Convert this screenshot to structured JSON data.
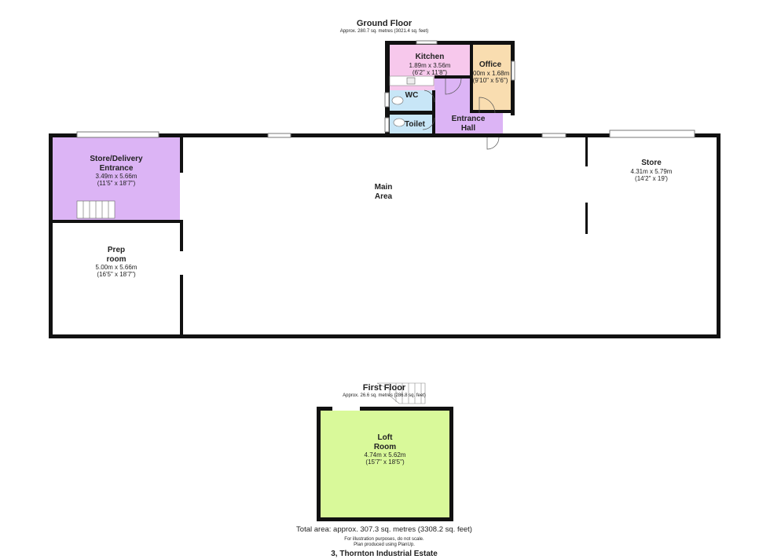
{
  "ground_floor": {
    "title": "Ground Floor",
    "area": "Approx. 280.7 sq. metres (3021.4 sq. feet)",
    "rooms": {
      "kitchen": {
        "name": "Kitchen",
        "metric": "1.89m x 3.56m",
        "imperial": "(6'2\" x 11'8\")",
        "color": "#f7c8ec"
      },
      "office": {
        "name": "Office",
        "metric": ".00m x 1.68m",
        "imperial": "(9'10\" x 5'6\")",
        "color": "#f9ddb0"
      },
      "wc": {
        "name": "WC",
        "color": "#c8e6f7"
      },
      "toilet": {
        "name": "Toilet",
        "color": "#c8e6f7"
      },
      "entrance_hall": {
        "name_line1": "Entrance",
        "name_line2": "Hall",
        "color": "#dcb4f5"
      },
      "store_delivery": {
        "name_line1": "Store/Delivery",
        "name_line2": "Entrance",
        "metric": "3.49m x 5.66m",
        "imperial": "(11'5\" x 18'7\")",
        "color": "#dcb4f5"
      },
      "main_area": {
        "name_line1": "Main",
        "name_line2": "Area"
      },
      "store": {
        "name": "Store",
        "metric": "4.31m x 5.79m",
        "imperial": "(14'2\" x 19')"
      },
      "prep_room": {
        "name_line1": "Prep",
        "name_line2": "room",
        "metric": "5.00m x 5.66m",
        "imperial": "(16'5\" x 18'7\")"
      }
    }
  },
  "first_floor": {
    "title": "First Floor",
    "area": "Approx. 26.6 sq. metres (286.8 sq. feet)",
    "rooms": {
      "loft": {
        "name_line1": "Loft",
        "name_line2": "Room",
        "metric": "4.74m x 5.62m",
        "imperial": "(15'7\" x 18'5\")",
        "color": "#d9f99a"
      }
    }
  },
  "footer": {
    "total_area": "Total area: approx. 307.3 sq. metres (3308.2 sq. feet)",
    "disclaimer": "For illustration purposes, do not scale.",
    "produced": "Plan produced using PlanUp.",
    "address": "3, Thornton Industrial Estate"
  }
}
